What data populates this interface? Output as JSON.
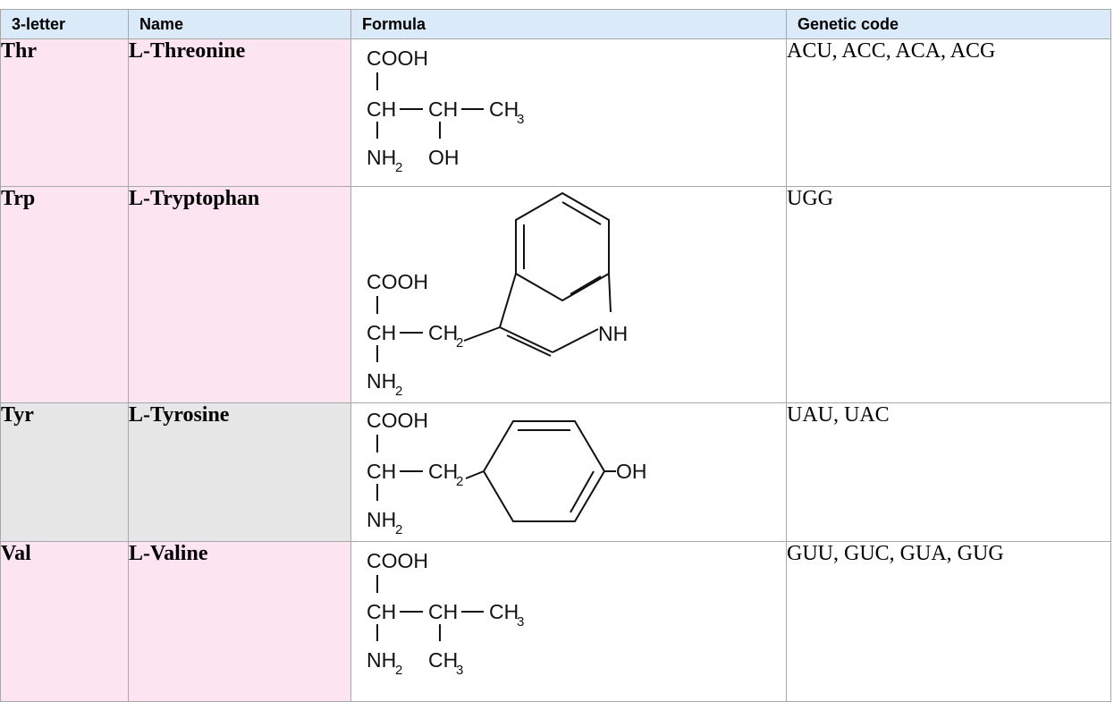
{
  "headers": {
    "col_abbr": "3-letter",
    "col_name": "Name",
    "col_formula": "Formula",
    "col_code": "Genetic code"
  },
  "rows": [
    {
      "abbr": "Thr",
      "prefix": "L",
      "name": "-Threonine",
      "codons": "ACU, ACC, ACA, ACG",
      "cell_color": "pink",
      "formula": {
        "cooh": "COOH",
        "ch": "CH",
        "dash": "—",
        "ch2": "CH",
        "ch3": "CH",
        "sub3": "3",
        "nh": "NH",
        "sub2": "2",
        "oh": "OH"
      }
    },
    {
      "abbr": "Trp",
      "prefix": "L",
      "name": "-Tryptophan",
      "codons": "UGG",
      "cell_color": "pink",
      "formula": {
        "cooh": "COOH",
        "ch": "CH",
        "dash": "—",
        "ch2": "CH",
        "sub2": "2",
        "nh2": "NH",
        "nh2sub": "2",
        "ring_nh": "NH"
      }
    },
    {
      "abbr": "Tyr",
      "prefix": "L",
      "name": "-Tyrosine",
      "codons": "UAU, UAC",
      "cell_color": "grey",
      "formula": {
        "cooh": "COOH",
        "ch": "CH",
        "dash": "—",
        "ch2": "CH",
        "sub2": "2",
        "nh2": "NH",
        "nh2sub": "2",
        "oh": "OH"
      }
    },
    {
      "abbr": "Val",
      "prefix": "L",
      "name": "-Valine",
      "codons": "GUU, GUC, GUA, GUG",
      "cell_color": "pink",
      "formula": {
        "cooh": "COOH",
        "ch": "CH",
        "dash": "—",
        "ch2": "CH",
        "ch3": "CH",
        "sub3": "3",
        "nh": "NH",
        "sub2": "2",
        "ch3b": "CH",
        "sub3b": "3"
      }
    }
  ]
}
